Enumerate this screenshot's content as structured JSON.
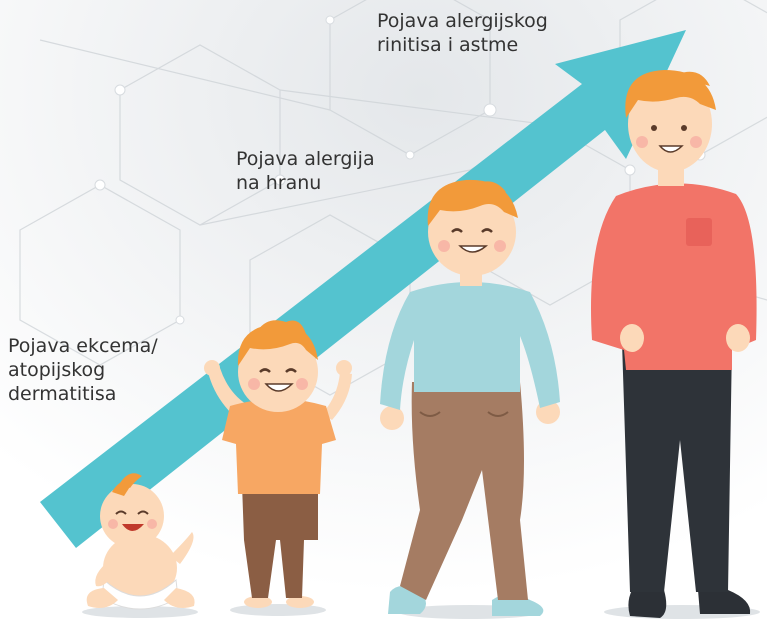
{
  "labels": {
    "eczema": "Pojava ekcema/\natopijskog\ndermatitisa",
    "food": "Pojava alergija\nna hranu",
    "rhinitis": "Pojava alergijskog\nrinitisa i astme"
  },
  "colors": {
    "arrow": "#54C3CF",
    "hair": "#F29A3A",
    "skin": "#FCD9B9",
    "toddler_shirt": "#F7A763",
    "toddler_pants": "#8B5E44",
    "child_sweater": "#A3D6DC",
    "child_pants": "#A57C63",
    "adult_sweater": "#F27468",
    "adult_pants": "#2E3339"
  }
}
